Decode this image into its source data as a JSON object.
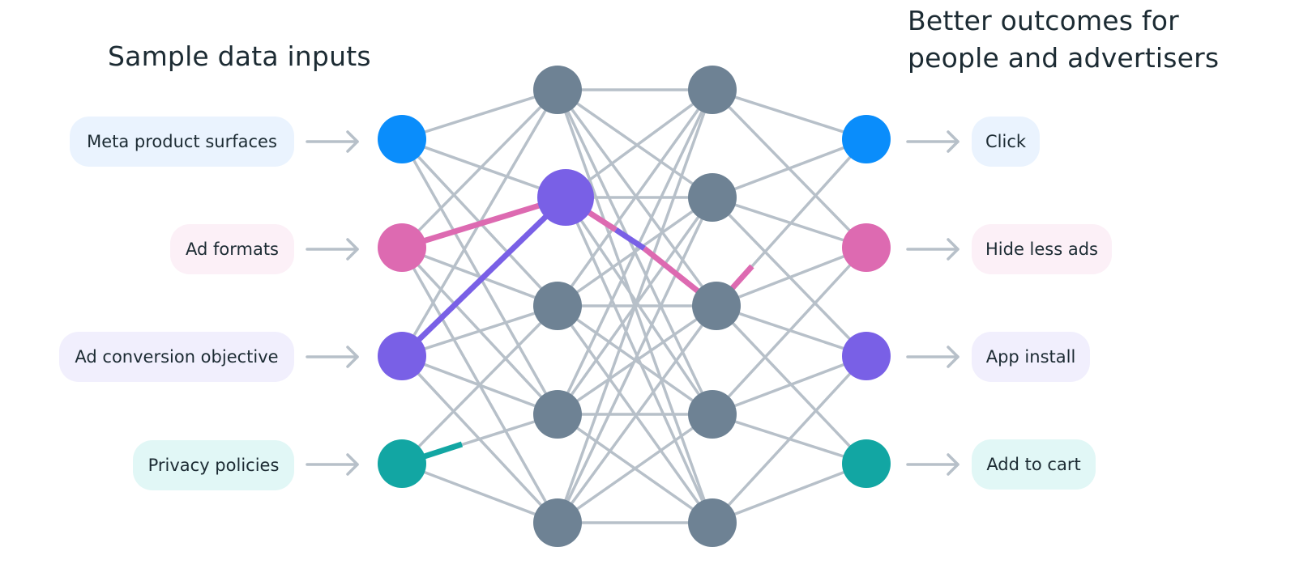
{
  "titles": {
    "inputs": "Sample data inputs",
    "outputs_line1": "Better outcomes for",
    "outputs_line2": "people and advertisers"
  },
  "inputs": [
    {
      "label": "Meta product surfaces",
      "color": "#0a8dfb",
      "bg": "#eaf3fe"
    },
    {
      "label": "Ad formats",
      "color": "#dd6ab1",
      "bg": "#fcf0f7"
    },
    {
      "label": "Ad conversion objective",
      "color": "#7960e6",
      "bg": "#f1effd"
    },
    {
      "label": "Privacy policies",
      "color": "#12a6a3",
      "bg": "#e1f7f6"
    }
  ],
  "outputs": [
    {
      "label": "Click",
      "color": "#0a8dfb",
      "bg": "#eaf3fe"
    },
    {
      "label": "Hide less ads",
      "color": "#dd6ab1",
      "bg": "#fcf0f7"
    },
    {
      "label": "App install",
      "color": "#7960e6",
      "bg": "#f1effd"
    },
    {
      "label": "Add to cart",
      "color": "#12a6a3",
      "bg": "#e1f7f6"
    }
  ],
  "colors": {
    "hidden_node": "#6e8294",
    "edge": "#b7c0c9",
    "arrow": "#b7c0c9",
    "text": "#1c2b33"
  }
}
